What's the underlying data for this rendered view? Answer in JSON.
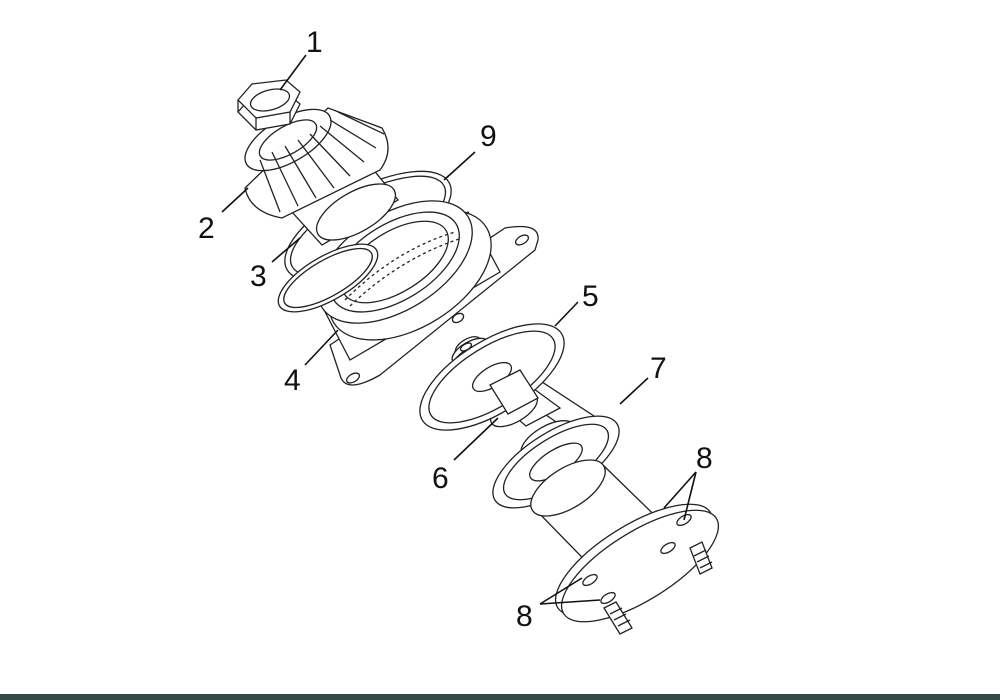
{
  "colors": {
    "background": "#ffffff",
    "line": "#222222",
    "bottom_bar": "#2f4b47"
  },
  "callouts": [
    {
      "id": "c1",
      "label": "1"
    },
    {
      "id": "c2",
      "label": "2"
    },
    {
      "id": "c3",
      "label": "3"
    },
    {
      "id": "c4",
      "label": "4"
    },
    {
      "id": "c5",
      "label": "5"
    },
    {
      "id": "c6",
      "label": "6"
    },
    {
      "id": "c7",
      "label": "7"
    },
    {
      "id": "c8a",
      "label": "8"
    },
    {
      "id": "c8b",
      "label": "8"
    },
    {
      "id": "c9",
      "label": "9"
    }
  ]
}
